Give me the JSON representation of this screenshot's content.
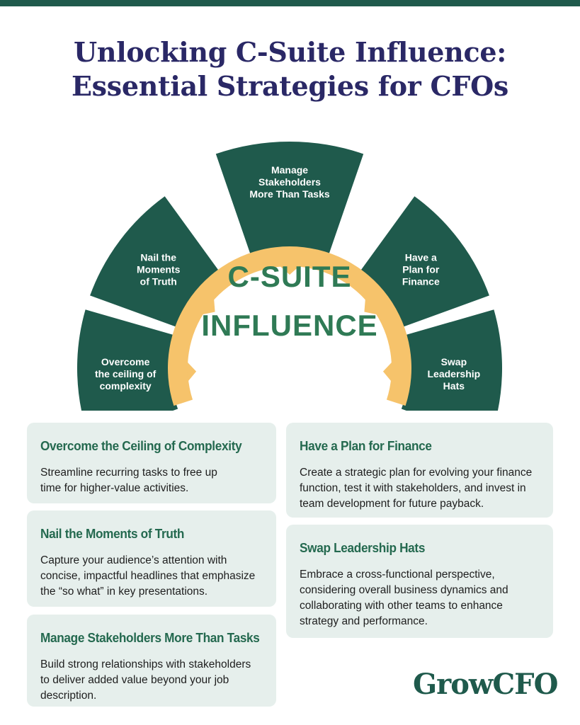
{
  "title": {
    "line1": "Unlocking C-Suite Influence:",
    "line2": "Essential Strategies for CFOs"
  },
  "diagram": {
    "center_line1": "C-SUITE",
    "center_line2": "INFLUENCE",
    "segments": [
      {
        "lines": [
          "Overcome",
          "the ceiling of",
          "complexity"
        ]
      },
      {
        "lines": [
          "Nail the",
          "Moments",
          "of Truth"
        ]
      },
      {
        "lines": [
          "Manage",
          "Stakeholders",
          "More Than Tasks"
        ]
      },
      {
        "lines": [
          "Have a",
          "Plan for",
          "Finance"
        ]
      },
      {
        "lines": [
          "Swap",
          "Leadership",
          "Hats"
        ]
      }
    ],
    "colors": {
      "segment": "#1f5a4c",
      "ring": "#f6c36b",
      "center_text": "#2f7a55"
    }
  },
  "cards": {
    "overcome": {
      "title": "Overcome the Ceiling of Complexity",
      "line1": "Streamline recurring tasks to free up",
      "line2": "time for higher-value activities."
    },
    "nail": {
      "title": "Nail the Moments of Truth",
      "line1": "Capture your audience’s attention with",
      "line2": "concise, impactful headlines that emphasize",
      "line3": "the “so what” in key presentations."
    },
    "manage": {
      "title": "Manage Stakeholders More Than Tasks",
      "line1": "Build strong relationships with stakeholders",
      "line2": "to deliver added value beyond your job",
      "line3": "description."
    },
    "plan": {
      "title": "Have a Plan for Finance",
      "line1": "Create a strategic plan for evolving your finance",
      "line2": "function, test it with stakeholders, and invest in",
      "line3": "team development for future payback."
    },
    "swap": {
      "title": "Swap Leadership Hats",
      "line1": "Embrace a cross-functional perspective,",
      "line2": "considering overall business dynamics and",
      "line3": "collaborating with other teams to enhance",
      "line4": "strategy and performance."
    }
  },
  "logo": "GrowCFO"
}
